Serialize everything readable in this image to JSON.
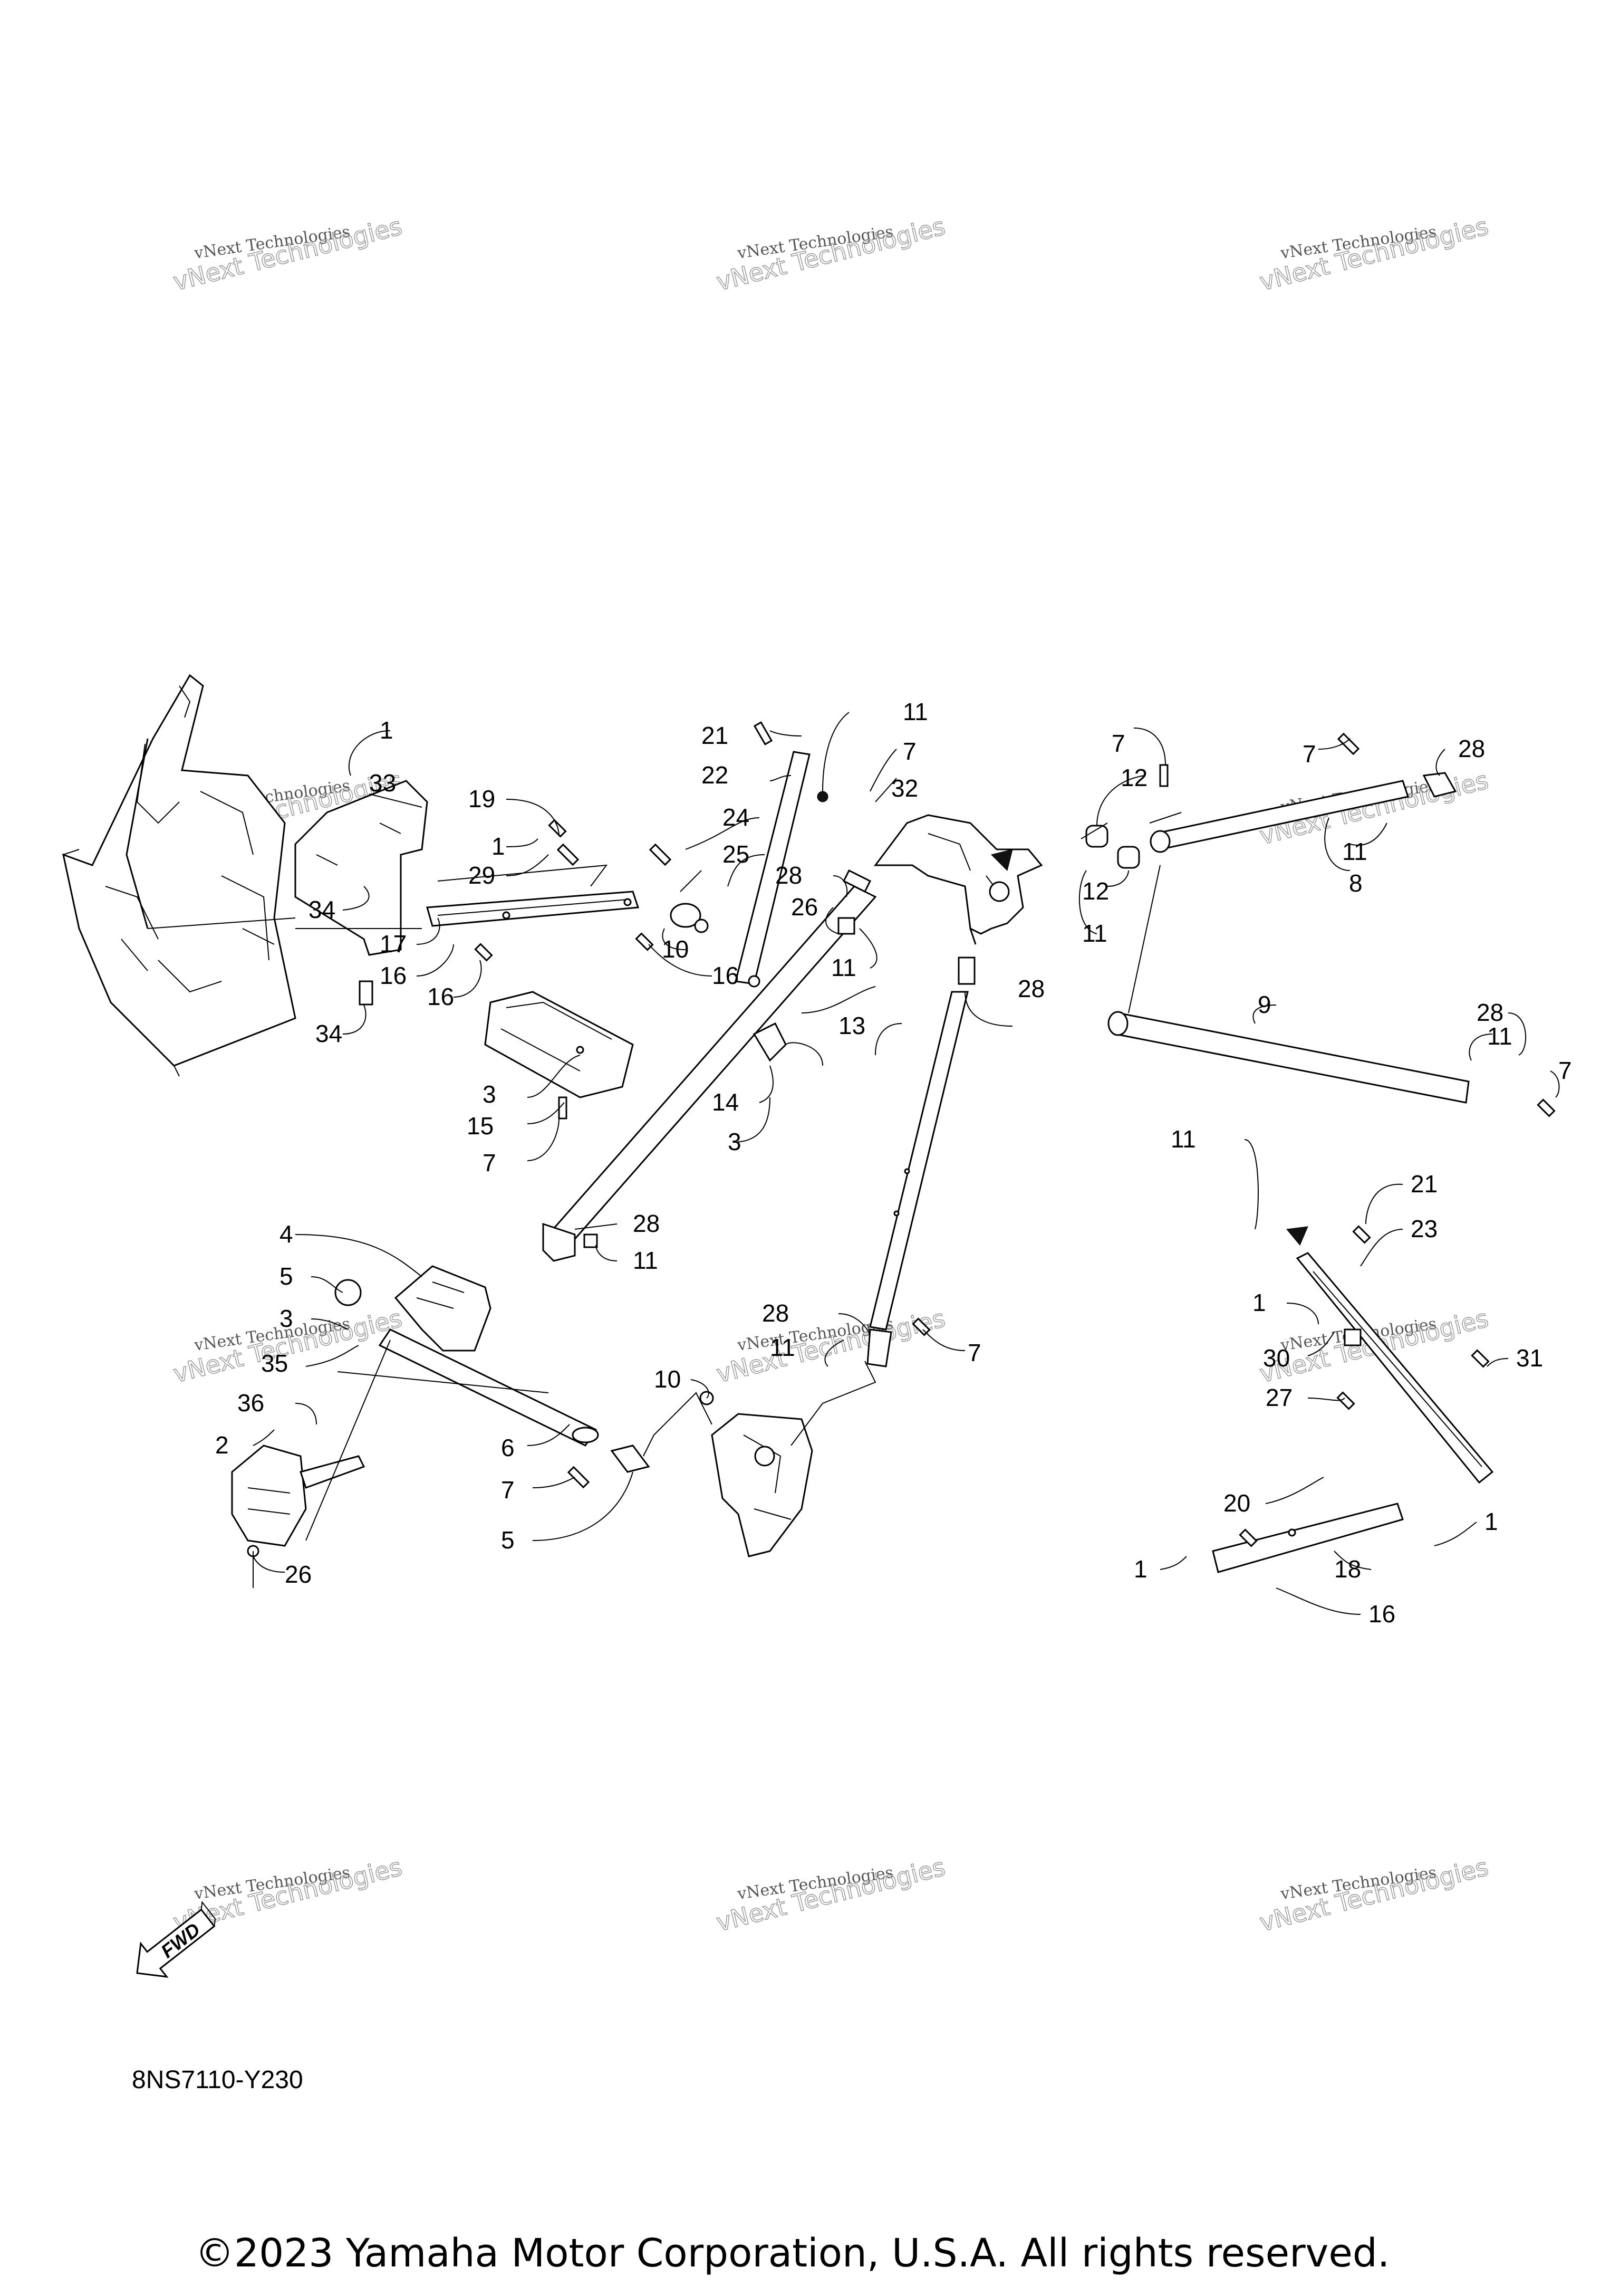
{
  "diagram": {
    "drawing_code": "8NS7110-Y230",
    "copyright": "©2023 Yamaha Motor Corporation, U.S.A. All rights reserved.",
    "fwd_label": "FWD",
    "watermark": {
      "line1": "vNext Technologies",
      "line2": "vNext Technologies"
    },
    "callouts": [
      {
        "id": "c1",
        "label": "1"
      },
      {
        "id": "c2",
        "label": "33"
      },
      {
        "id": "c3",
        "label": "34"
      },
      {
        "id": "c4",
        "label": "34"
      },
      {
        "id": "c5",
        "label": "19"
      },
      {
        "id": "c6",
        "label": "1"
      },
      {
        "id": "c7",
        "label": "29"
      },
      {
        "id": "c8",
        "label": "17"
      },
      {
        "id": "c9",
        "label": "16"
      },
      {
        "id": "c10",
        "label": "16"
      },
      {
        "id": "c11",
        "label": "10"
      },
      {
        "id": "c12",
        "label": "16"
      },
      {
        "id": "c13",
        "label": "24"
      },
      {
        "id": "c14",
        "label": "25"
      },
      {
        "id": "c15",
        "label": "21"
      },
      {
        "id": "c16",
        "label": "22"
      },
      {
        "id": "c17",
        "label": "11"
      },
      {
        "id": "c18",
        "label": "7"
      },
      {
        "id": "c19",
        "label": "32"
      },
      {
        "id": "c20",
        "label": "28"
      },
      {
        "id": "c21",
        "label": "26"
      },
      {
        "id": "c22",
        "label": "11"
      },
      {
        "id": "c23",
        "label": "28"
      },
      {
        "id": "c24",
        "label": "13"
      },
      {
        "id": "c25",
        "label": "3"
      },
      {
        "id": "c26",
        "label": "15"
      },
      {
        "id": "c27",
        "label": "7"
      },
      {
        "id": "c28",
        "label": "14"
      },
      {
        "id": "c29",
        "label": "3"
      },
      {
        "id": "c30",
        "label": "28"
      },
      {
        "id": "c31",
        "label": "11"
      },
      {
        "id": "c32",
        "label": "7"
      },
      {
        "id": "c33",
        "label": "12"
      },
      {
        "id": "c34",
        "label": "12"
      },
      {
        "id": "c35",
        "label": "11"
      },
      {
        "id": "c36",
        "label": "7"
      },
      {
        "id": "c37",
        "label": "28"
      },
      {
        "id": "c38",
        "label": "11"
      },
      {
        "id": "c39",
        "label": "8"
      },
      {
        "id": "c40",
        "label": "9"
      },
      {
        "id": "c41",
        "label": "28"
      },
      {
        "id": "c42",
        "label": "11"
      },
      {
        "id": "c43",
        "label": "7"
      },
      {
        "id": "c44",
        "label": "11"
      },
      {
        "id": "c45",
        "label": "21"
      },
      {
        "id": "c46",
        "label": "23"
      },
      {
        "id": "c47",
        "label": "1"
      },
      {
        "id": "c48",
        "label": "30"
      },
      {
        "id": "c49",
        "label": "31"
      },
      {
        "id": "c50",
        "label": "27"
      },
      {
        "id": "c51",
        "label": "20"
      },
      {
        "id": "c52",
        "label": "1"
      },
      {
        "id": "c53",
        "label": "1"
      },
      {
        "id": "c54",
        "label": "18"
      },
      {
        "id": "c55",
        "label": "16"
      },
      {
        "id": "c56",
        "label": "4"
      },
      {
        "id": "c57",
        "label": "5"
      },
      {
        "id": "c58",
        "label": "3"
      },
      {
        "id": "c59",
        "label": "35"
      },
      {
        "id": "c60",
        "label": "36"
      },
      {
        "id": "c61",
        "label": "2"
      },
      {
        "id": "c62",
        "label": "26"
      },
      {
        "id": "c63",
        "label": "6"
      },
      {
        "id": "c64",
        "label": "7"
      },
      {
        "id": "c65",
        "label": "5"
      },
      {
        "id": "c66",
        "label": "10"
      },
      {
        "id": "c67",
        "label": "28"
      },
      {
        "id": "c68",
        "label": "11"
      },
      {
        "id": "c69",
        "label": "7"
      }
    ]
  }
}
